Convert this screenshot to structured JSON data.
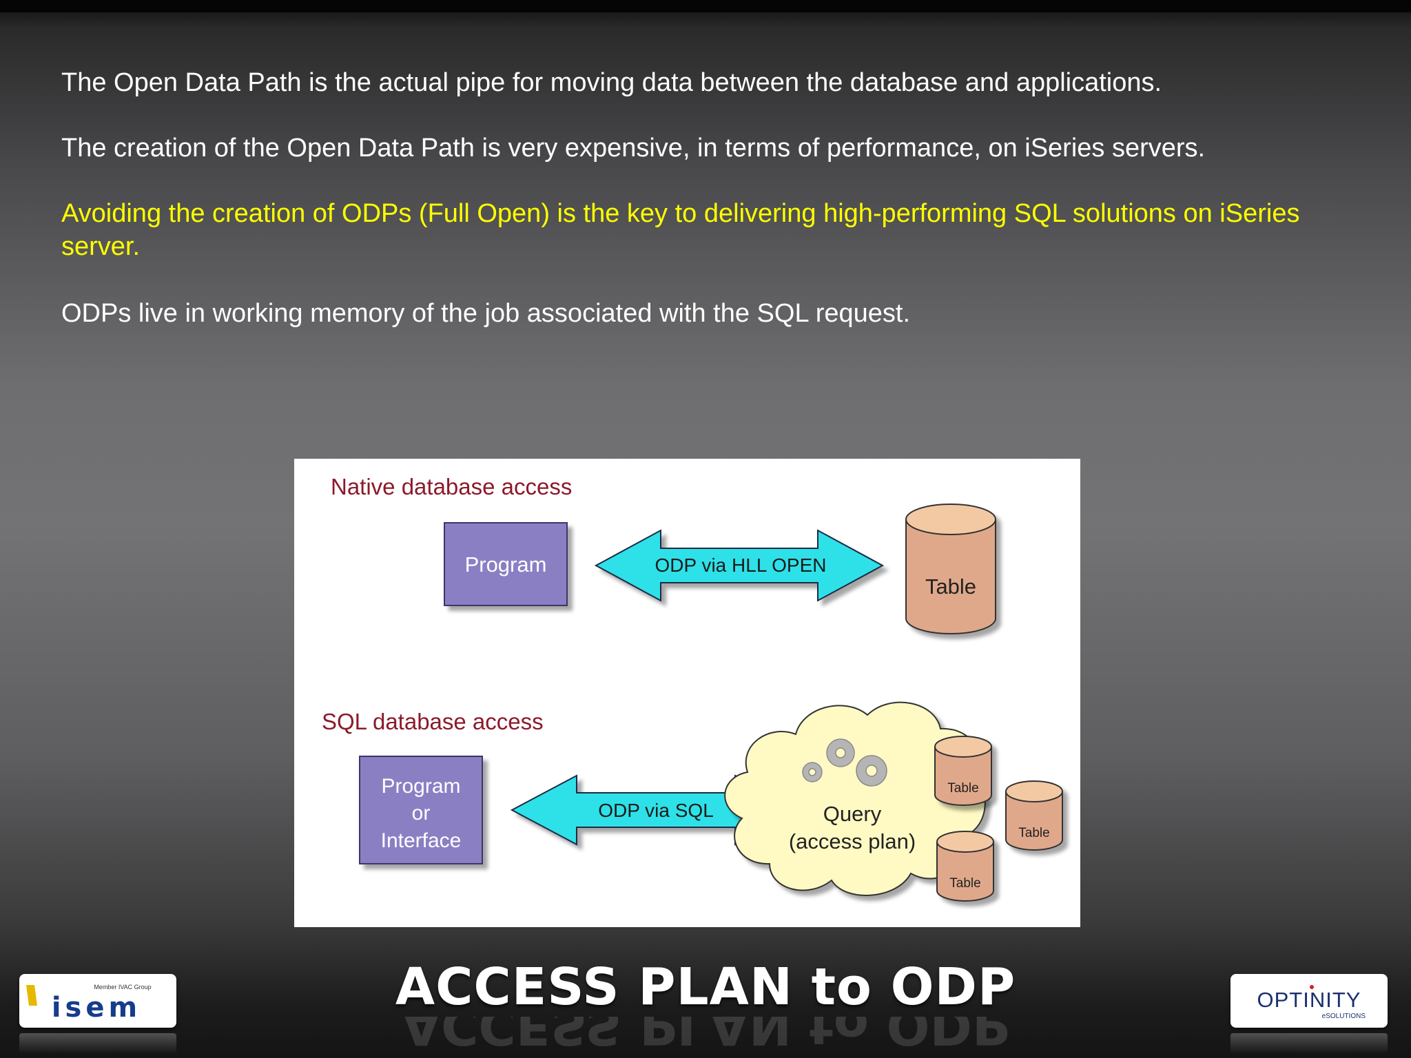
{
  "slide": {
    "paragraphs": [
      "The Open Data Path is the actual pipe for moving data between the database and  applications.",
      "The creation of the Open Data Path is very expensive, in terms of performance, on iSeries servers.",
      "Avoiding the creation of ODPs (Full Open) is the key to delivering high-performing SQL solutions on iSeries server.",
      "ODPs live in working memory of the job associated with the SQL request."
    ],
    "highlight_color": "#ffff00",
    "title": "ACCESS PLAN to ODP"
  },
  "diagram": {
    "native": {
      "heading": "Native database access",
      "program_label": "Program",
      "arrow_label": "ODP via HLL OPEN",
      "table_label": "Table"
    },
    "sql": {
      "heading": "SQL database access",
      "program_lines": [
        "Program",
        "or",
        "Interface"
      ],
      "arrow_label": "ODP via SQL",
      "query_lines": [
        "Query",
        "(access plan)"
      ],
      "table_label": "Table"
    },
    "colors": {
      "heading": "#8b1a2a",
      "program_box": "#8b7fc4",
      "arrow": "#2de1e8",
      "table": "#e0a88a",
      "table_top": "#f3c9a4",
      "cloud": "#fffac4"
    }
  },
  "logos": {
    "left": {
      "name": "isem",
      "text": "isem",
      "tagline": "Member IVAC Group",
      "color": "#163d8c"
    },
    "right": {
      "name": "optinity",
      "text": "OPTINITY",
      "tagline": "eSOLUTIONS",
      "color": "#1a2f6e"
    }
  }
}
